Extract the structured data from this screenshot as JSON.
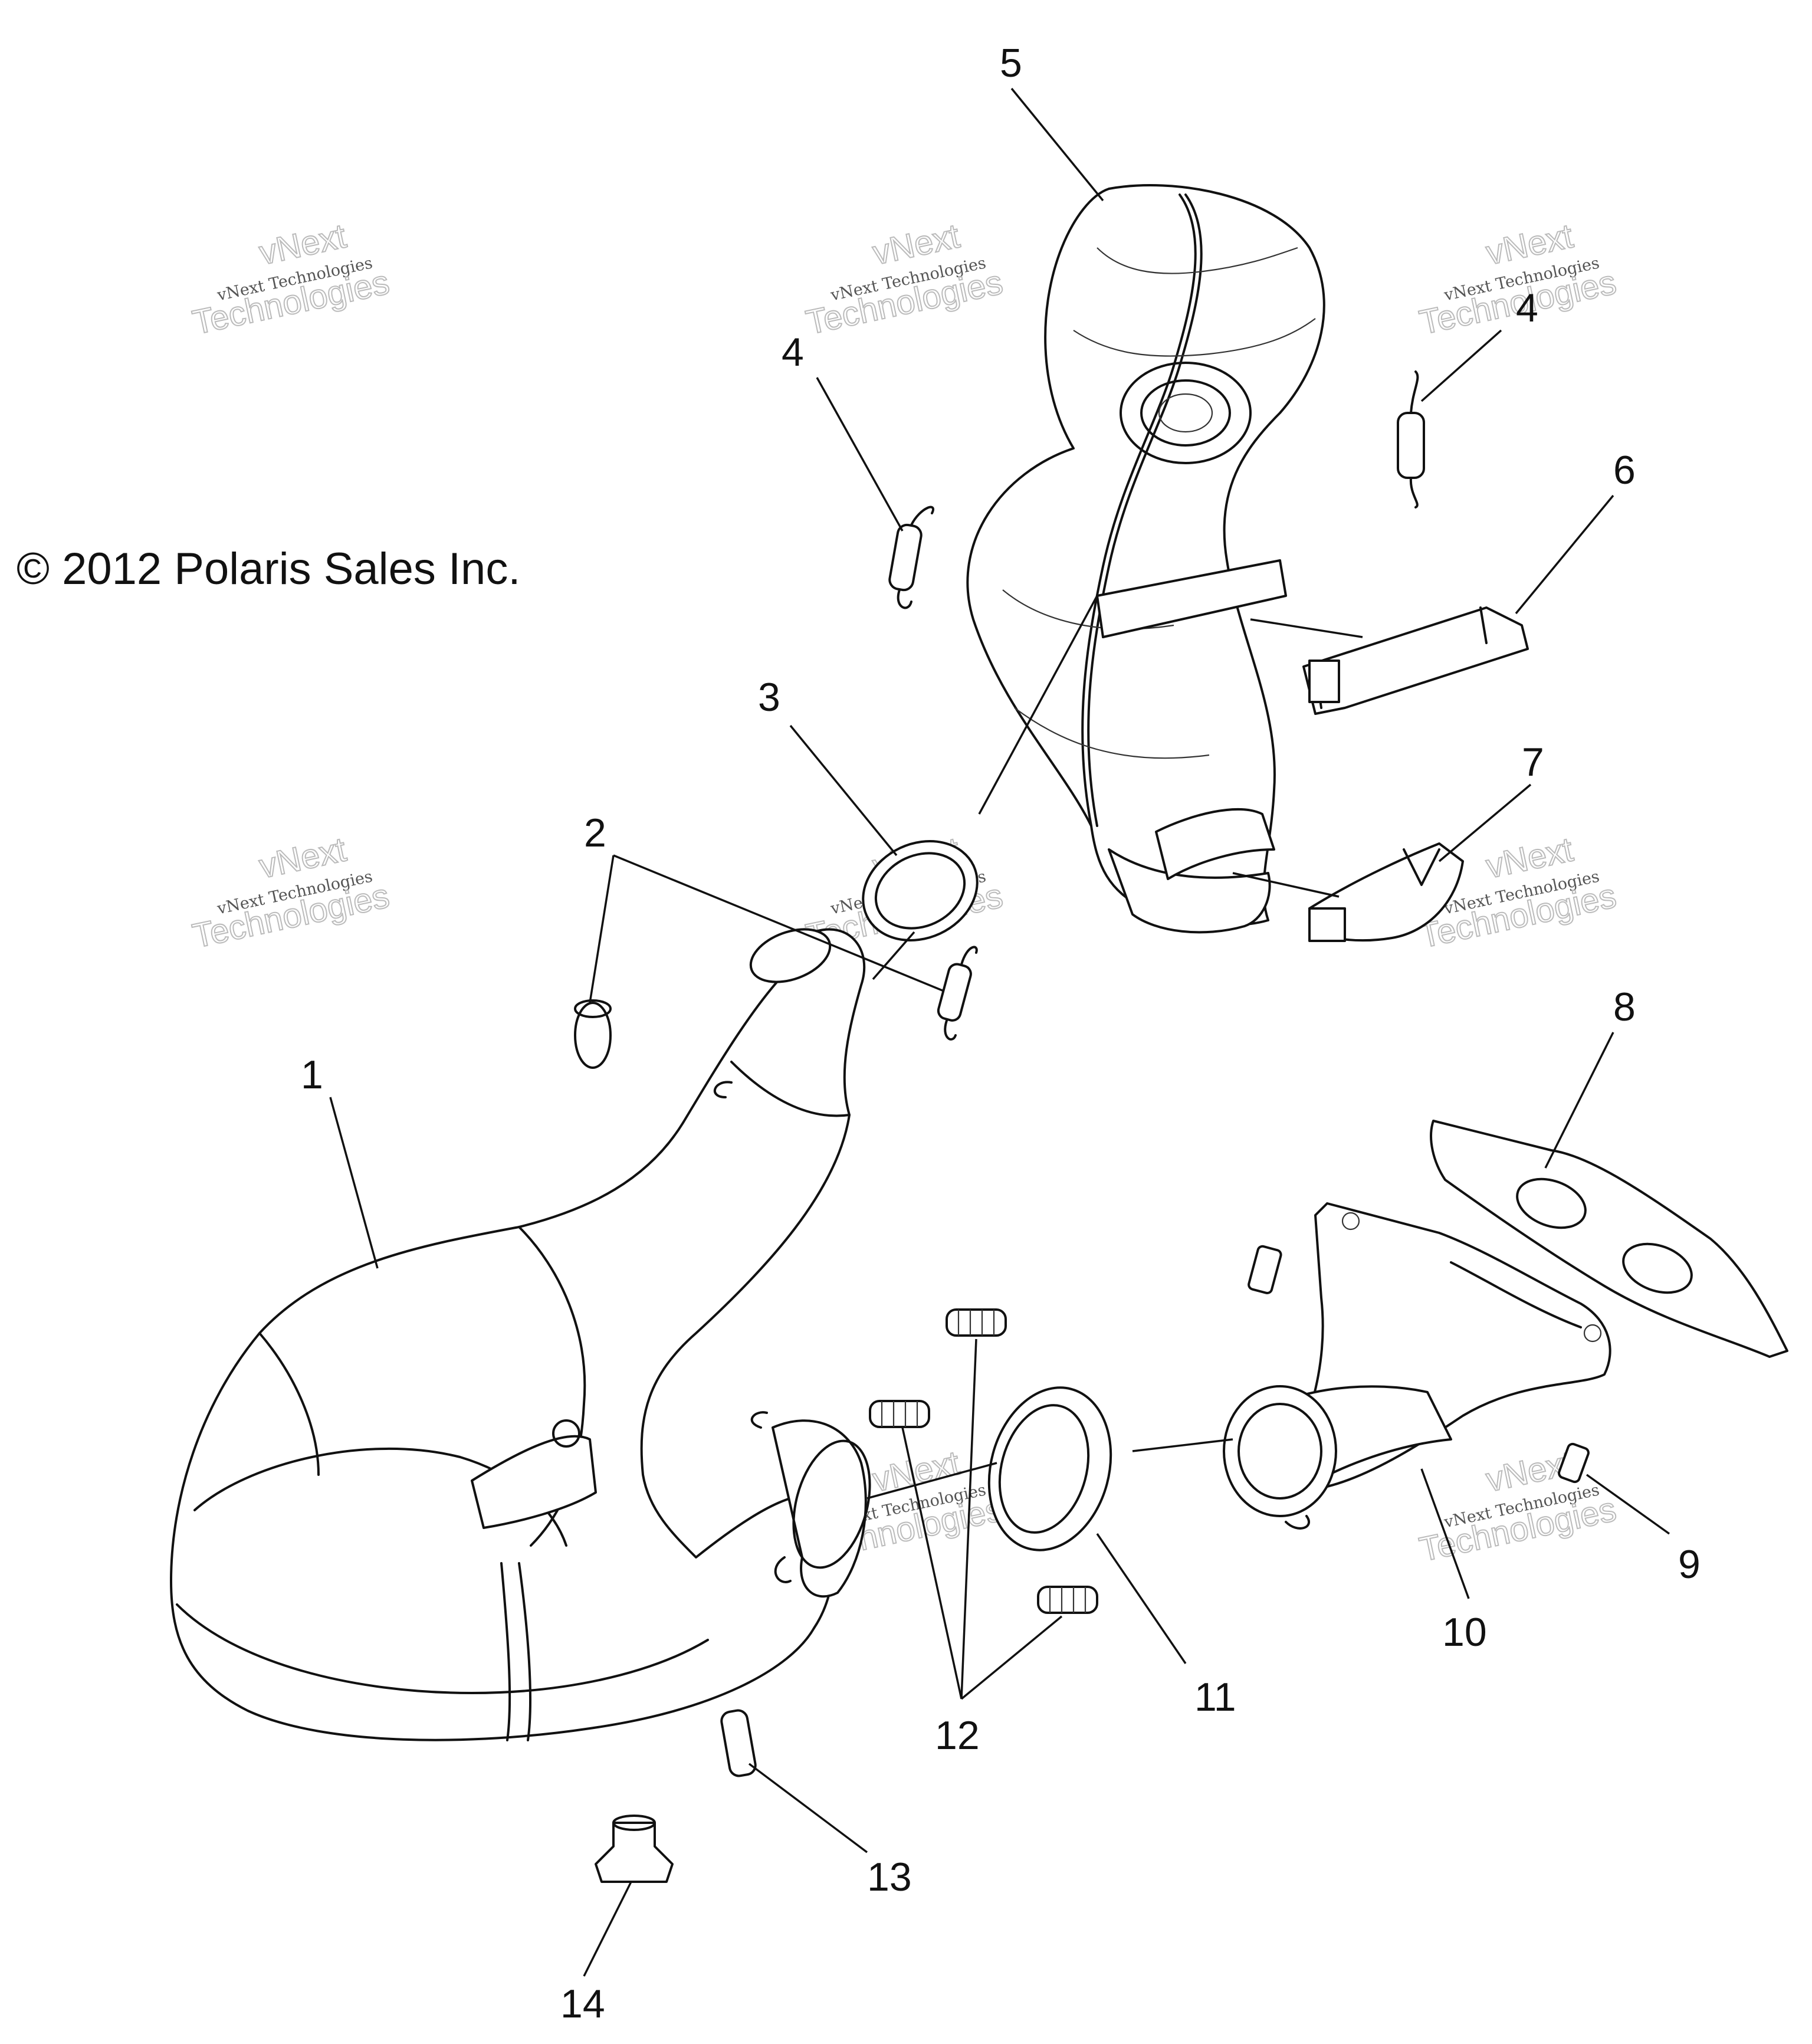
{
  "copyright": "© 2012 Polaris Sales Inc.",
  "watermark": {
    "line1": "vNext",
    "line2": "vNext Technologies",
    "line3": "Technologies"
  },
  "callouts": [
    {
      "id": "callout-1",
      "label": "1"
    },
    {
      "id": "callout-2",
      "label": "2"
    },
    {
      "id": "callout-3",
      "label": "3"
    },
    {
      "id": "callout-4a",
      "label": "4"
    },
    {
      "id": "callout-4b",
      "label": "4"
    },
    {
      "id": "callout-5",
      "label": "5"
    },
    {
      "id": "callout-6",
      "label": "6"
    },
    {
      "id": "callout-7",
      "label": "7"
    },
    {
      "id": "callout-8",
      "label": "8"
    },
    {
      "id": "callout-9",
      "label": "9"
    },
    {
      "id": "callout-10",
      "label": "10"
    },
    {
      "id": "callout-11",
      "label": "11"
    },
    {
      "id": "callout-12",
      "label": "12"
    },
    {
      "id": "callout-13",
      "label": "13"
    },
    {
      "id": "callout-14",
      "label": "14"
    }
  ]
}
